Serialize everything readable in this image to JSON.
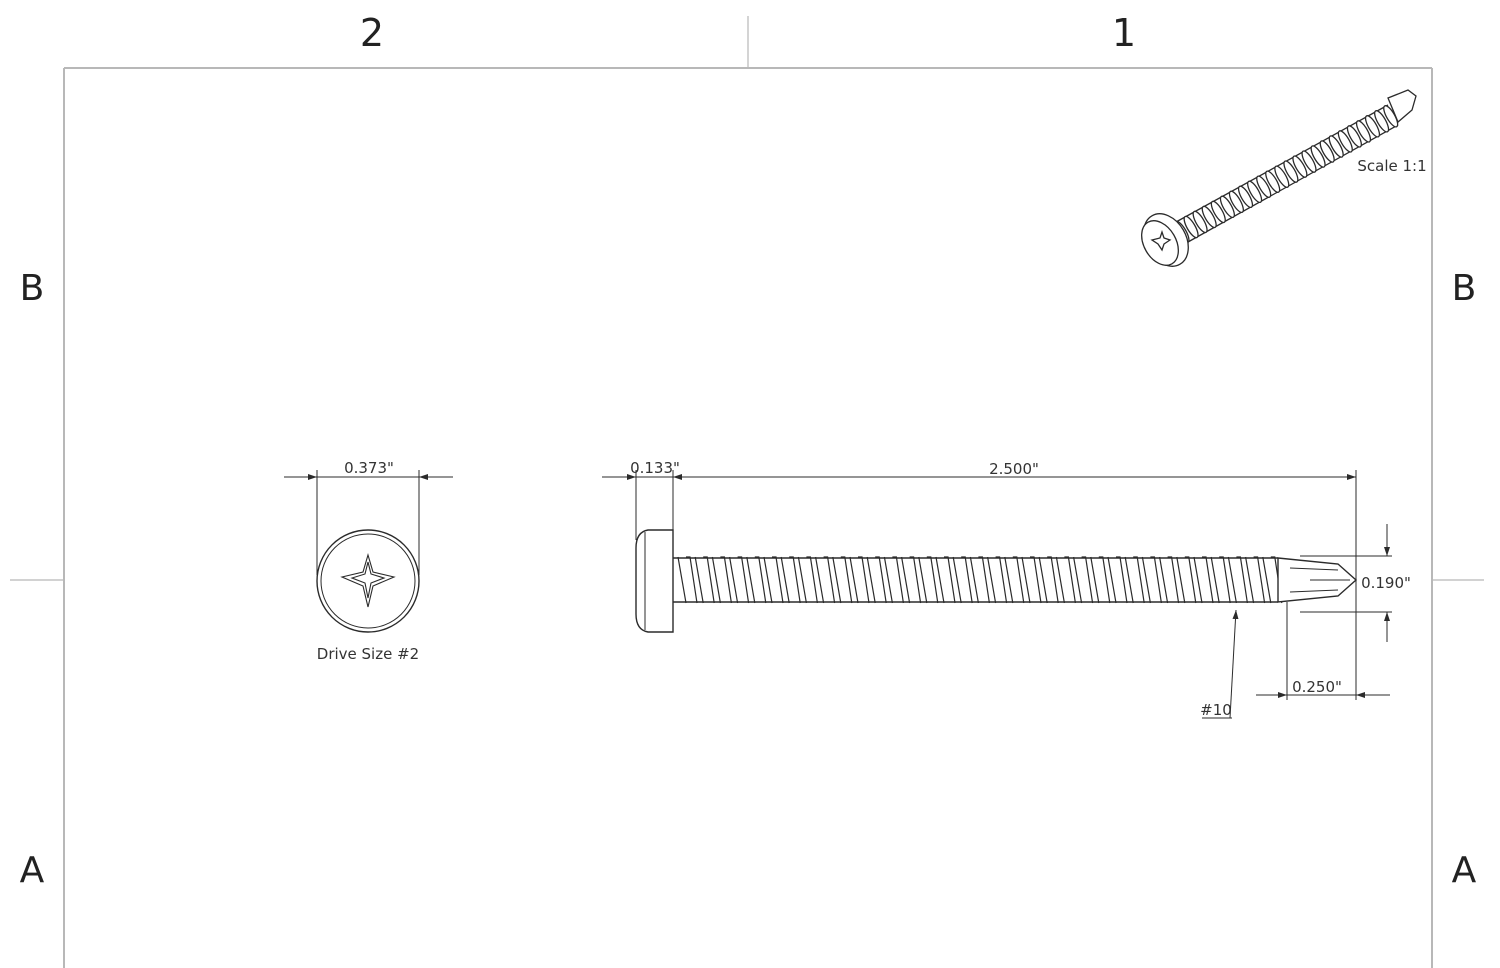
{
  "zones": {
    "col_2": "2",
    "col_1": "1",
    "row_b_left": "B",
    "row_b_right": "B",
    "row_a_left": "A",
    "row_a_right": "A"
  },
  "iso_view": {
    "scale_label": "Scale 1:1"
  },
  "head_view": {
    "diameter_label": "0.373\"",
    "drive_label": "Drive Size #2"
  },
  "side_view": {
    "head_height_label": "0.133\"",
    "length_label": "2.500\"",
    "drill_diameter_label": "0.190\"",
    "drill_length_label": "0.250\"",
    "thread_size_label": "#10"
  },
  "colors": {
    "line": "#2b2b2b",
    "frame": "#b8b8b8",
    "background": "#ffffff"
  }
}
